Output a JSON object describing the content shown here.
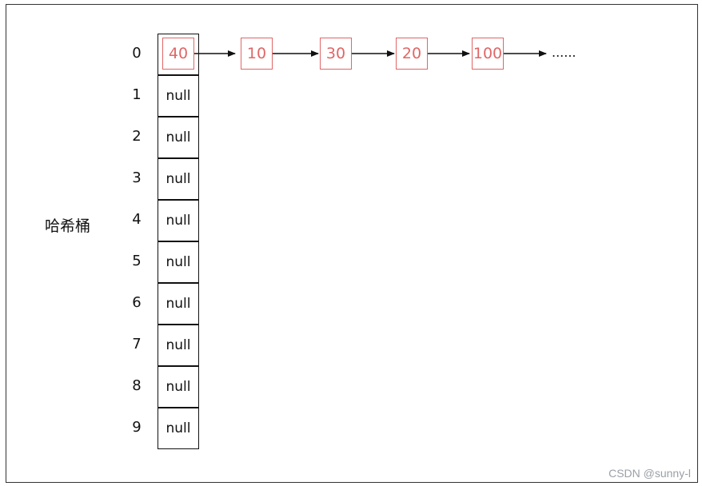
{
  "diagram": {
    "bucket_label": "哈希桶",
    "indices": [
      "0",
      "1",
      "2",
      "3",
      "4",
      "5",
      "6",
      "7",
      "8",
      "9"
    ],
    "cells": [
      "",
      "null",
      "null",
      "null",
      "null",
      "null",
      "null",
      "null",
      "null",
      "null"
    ],
    "chain": [
      "40",
      "10",
      "30",
      "20",
      "100"
    ],
    "continuation": "......",
    "colors": {
      "node_border": "#e06666",
      "node_text": "#e06666",
      "line": "#111111"
    }
  },
  "watermark": "CSDN @sunny-l"
}
